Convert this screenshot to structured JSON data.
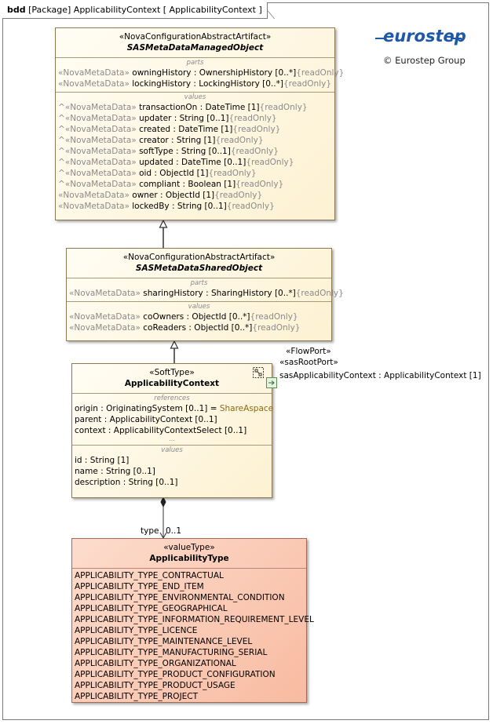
{
  "frame": {
    "keyword": "bdd",
    "title": "[Package] ApplicabilityContext [ ApplicabilityContext ]"
  },
  "logo": {
    "text": "eurostep",
    "copyright": "© Eurostep Group",
    "color": "#1e58a8"
  },
  "blocks": {
    "managed": {
      "stereotype": "«NovaConfigurationAbstractArtifact»",
      "name": "SASMetaDataManagedObject",
      "parts_title": "parts",
      "parts": [
        {
          "prefix": "«NovaMetaData»",
          "name": "owningHistory",
          "type": " : OwnershipHistory [0..*]",
          "mod": "{readOnly}"
        },
        {
          "prefix": "«NovaMetaData»",
          "name": "lockingHistory",
          "type": " : LockingHistory [0..*]",
          "mod": "{readOnly}"
        }
      ],
      "values_title": "values",
      "values": [
        {
          "caret": "^",
          "prefix": "«NovaMetaData»",
          "name": "transactionOn",
          "type": " : DateTime [1]",
          "mod": "{readOnly}"
        },
        {
          "caret": "^",
          "prefix": "«NovaMetaData»",
          "name": "updater",
          "type": " : String [0..1]",
          "mod": "{readOnly}"
        },
        {
          "caret": "^",
          "prefix": "«NovaMetaData»",
          "name": "created",
          "type": " : DateTime [1]",
          "mod": "{readOnly}"
        },
        {
          "caret": "^",
          "prefix": "«NovaMetaData»",
          "name": "creator",
          "type": " : String [1]",
          "mod": "{readOnly}"
        },
        {
          "caret": "^",
          "prefix": "«NovaMetaData»",
          "name": "softType",
          "type": " : String [0..1]",
          "mod": "{readOnly}"
        },
        {
          "caret": "^",
          "prefix": "«NovaMetaData»",
          "name": "updated",
          "type": " : DateTime [0..1]",
          "mod": "{readOnly}"
        },
        {
          "caret": "^",
          "prefix": "«NovaMetaData»",
          "name": "oid",
          "type": " : ObjectId [1]",
          "mod": "{readOnly}"
        },
        {
          "caret": "^",
          "prefix": "«NovaMetaData»",
          "name": "compliant",
          "type": " : Boolean [1]",
          "mod": "{readOnly}"
        },
        {
          "caret": "",
          "prefix": "«NovaMetaData»",
          "name": "owner",
          "type": " : ObjectId [1]",
          "mod": "{readOnly}"
        },
        {
          "caret": "",
          "prefix": "«NovaMetaData»",
          "name": "lockedBy",
          "type": " : String [0..1]",
          "mod": "{readOnly}"
        }
      ]
    },
    "shared": {
      "stereotype": "«NovaConfigurationAbstractArtifact»",
      "name": "SASMetaDataSharedObject",
      "parts_title": "parts",
      "parts": [
        {
          "prefix": "«NovaMetaData»",
          "name": "sharingHistory",
          "type": " : SharingHistory [0..*]",
          "mod": "{readOnly}"
        }
      ],
      "values_title": "values",
      "values": [
        {
          "prefix": "«NovaMetaData»",
          "name": "coOwners",
          "type": " : ObjectId [0..*]",
          "mod": "{readOnly}"
        },
        {
          "prefix": "«NovaMetaData»",
          "name": "coReaders",
          "type": " : ObjectId [0..*]",
          "mod": "{readOnly}"
        }
      ]
    },
    "context": {
      "stereotype": "«SoftType»",
      "name": "ApplicabilityContext",
      "references_title": "references",
      "references": [
        {
          "name": "origin",
          "type": " : OriginatingSystem [0..1] = ",
          "default": "ShareAspace"
        },
        {
          "name": "parent",
          "type": " : ApplicabilityContext [0..1]",
          "default": ""
        },
        {
          "name": "context",
          "type": " : ApplicabilityContextSelect [0..1]",
          "default": ""
        }
      ],
      "more": "...",
      "values_title": "values",
      "values": [
        {
          "name": "id",
          "type": " : String [1]"
        },
        {
          "name": "name",
          "type": " : String [0..1]"
        },
        {
          "name": "description",
          "type": " : String [0..1]"
        }
      ]
    },
    "valuetype": {
      "stereotype": "«valueType»",
      "name": "ApplicabilityType",
      "literals": [
        "APPLICABILITY_TYPE_CONTRACTUAL",
        "APPLICABILITY_TYPE_END_ITEM",
        "APPLICABILITY_TYPE_ENVIRONMENTAL_CONDITION",
        "APPLICABILITY_TYPE_GEOGRAPHICAL",
        "APPLICABILITY_TYPE_INFORMATION_REQUIREMENT_LEVEL",
        "APPLICABILITY_TYPE_LICENCE",
        "APPLICABILITY_TYPE_MAINTENANCE_LEVEL",
        "APPLICABILITY_TYPE_MANUFACTURING_SERIAL",
        "APPLICABILITY_TYPE_ORGANIZATIONAL",
        "APPLICABILITY_TYPE_PRODUCT_CONFIGURATION",
        "APPLICABILITY_TYPE_PRODUCT_USAGE",
        "APPLICABILITY_TYPE_PROJECT"
      ]
    }
  },
  "port": {
    "stereotype1": "«FlowPort»",
    "stereotype2": "«sasRootPort»",
    "label": "sasApplicabilityContext : ApplicabilityContext [1]"
  },
  "association": {
    "role": "type",
    "multiplicity": "0..1"
  }
}
